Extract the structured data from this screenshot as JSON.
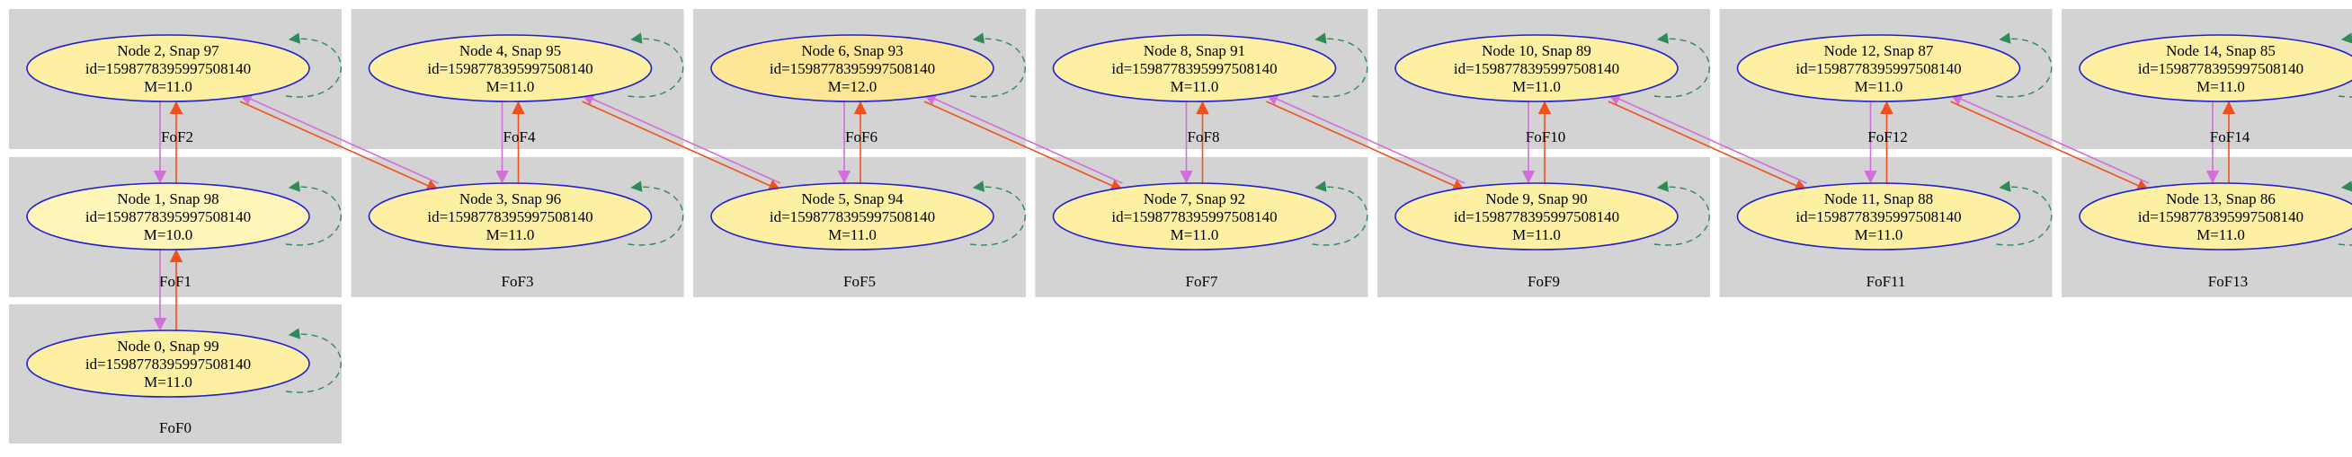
{
  "colors": {
    "cluster_fill": "#d3d3d3",
    "node_fill": "#fdf0a3",
    "node_fill_light": "#fef6b8",
    "node_fill_deep": "#fde695",
    "node_stroke": "#2020d0",
    "self_loop": "#2e8b57",
    "edge_down": "#d070d8",
    "edge_up": "#f05020"
  },
  "clusters": [
    {
      "id": "FoF0",
      "label": "FoF0"
    },
    {
      "id": "FoF1",
      "label": "FoF1"
    },
    {
      "id": "FoF2",
      "label": "FoF2"
    },
    {
      "id": "FoF3",
      "label": "FoF3"
    },
    {
      "id": "FoF4",
      "label": "FoF4"
    },
    {
      "id": "FoF5",
      "label": "FoF5"
    },
    {
      "id": "FoF6",
      "label": "FoF6"
    },
    {
      "id": "FoF7",
      "label": "FoF7"
    },
    {
      "id": "FoF8",
      "label": "FoF8"
    },
    {
      "id": "FoF9",
      "label": "FoF9"
    },
    {
      "id": "FoF10",
      "label": "FoF10"
    },
    {
      "id": "FoF11",
      "label": "FoF11"
    },
    {
      "id": "FoF12",
      "label": "FoF12"
    },
    {
      "id": "FoF13",
      "label": "FoF13"
    },
    {
      "id": "FoF14",
      "label": "FoF14"
    }
  ],
  "nodes": [
    {
      "id": 0,
      "title": "Node 0, Snap 99",
      "idline": "id=159877839599750814​0",
      "mass": "M=11.0",
      "shade": "normal"
    },
    {
      "id": 1,
      "title": "Node 1, Snap 98",
      "idline": "id=1598778395997508140",
      "mass": "M=10.0",
      "shade": "light"
    },
    {
      "id": 2,
      "title": "Node 2, Snap 97",
      "idline": "id=1598778395997508140",
      "mass": "M=11.0",
      "shade": "normal"
    },
    {
      "id": 3,
      "title": "Node 3, Snap 96",
      "idline": "id=1598778395997508140",
      "mass": "M=11.0",
      "shade": "normal"
    },
    {
      "id": 4,
      "title": "Node 4, Snap 95",
      "idline": "id=1598778395997508140",
      "mass": "M=11.0",
      "shade": "normal"
    },
    {
      "id": 5,
      "title": "Node 5, Snap 94",
      "idline": "id=1598778395997508140",
      "mass": "M=11.0",
      "shade": "normal"
    },
    {
      "id": 6,
      "title": "Node 6, Snap 93",
      "idline": "id=1598778395997508140",
      "mass": "M=12.0",
      "shade": "deep"
    },
    {
      "id": 7,
      "title": "Node 7, Snap 92",
      "idline": "id=1598778395997508140",
      "mass": "M=11.0",
      "shade": "normal"
    },
    {
      "id": 8,
      "title": "Node 8, Snap 91",
      "idline": "id=1598778395997508140",
      "mass": "M=11.0",
      "shade": "normal"
    },
    {
      "id": 9,
      "title": "Node 9, Snap 90",
      "idline": "id=1598778395997508140",
      "mass": "M=11.0",
      "shade": "normal"
    },
    {
      "id": 10,
      "title": "Node 10, Snap 89",
      "idline": "id=1598778395997508140",
      "mass": "M=11.0",
      "shade": "normal"
    },
    {
      "id": 11,
      "title": "Node 11, Snap 88",
      "idline": "id=1598778395997508140",
      "mass": "M=11.0",
      "shade": "normal"
    },
    {
      "id": 12,
      "title": "Node 12, Snap 87",
      "idline": "id=1598778395997508140",
      "mass": "M=11.0",
      "shade": "normal"
    },
    {
      "id": 13,
      "title": "Node 13, Snap 86",
      "idline": "id=1598778395997508140",
      "mass": "M=11.0",
      "shade": "normal"
    },
    {
      "id": 14,
      "title": "Node 14, Snap 85",
      "idline": "id=1598778395997508140",
      "mass": "M=11.0",
      "shade": "normal"
    }
  ]
}
